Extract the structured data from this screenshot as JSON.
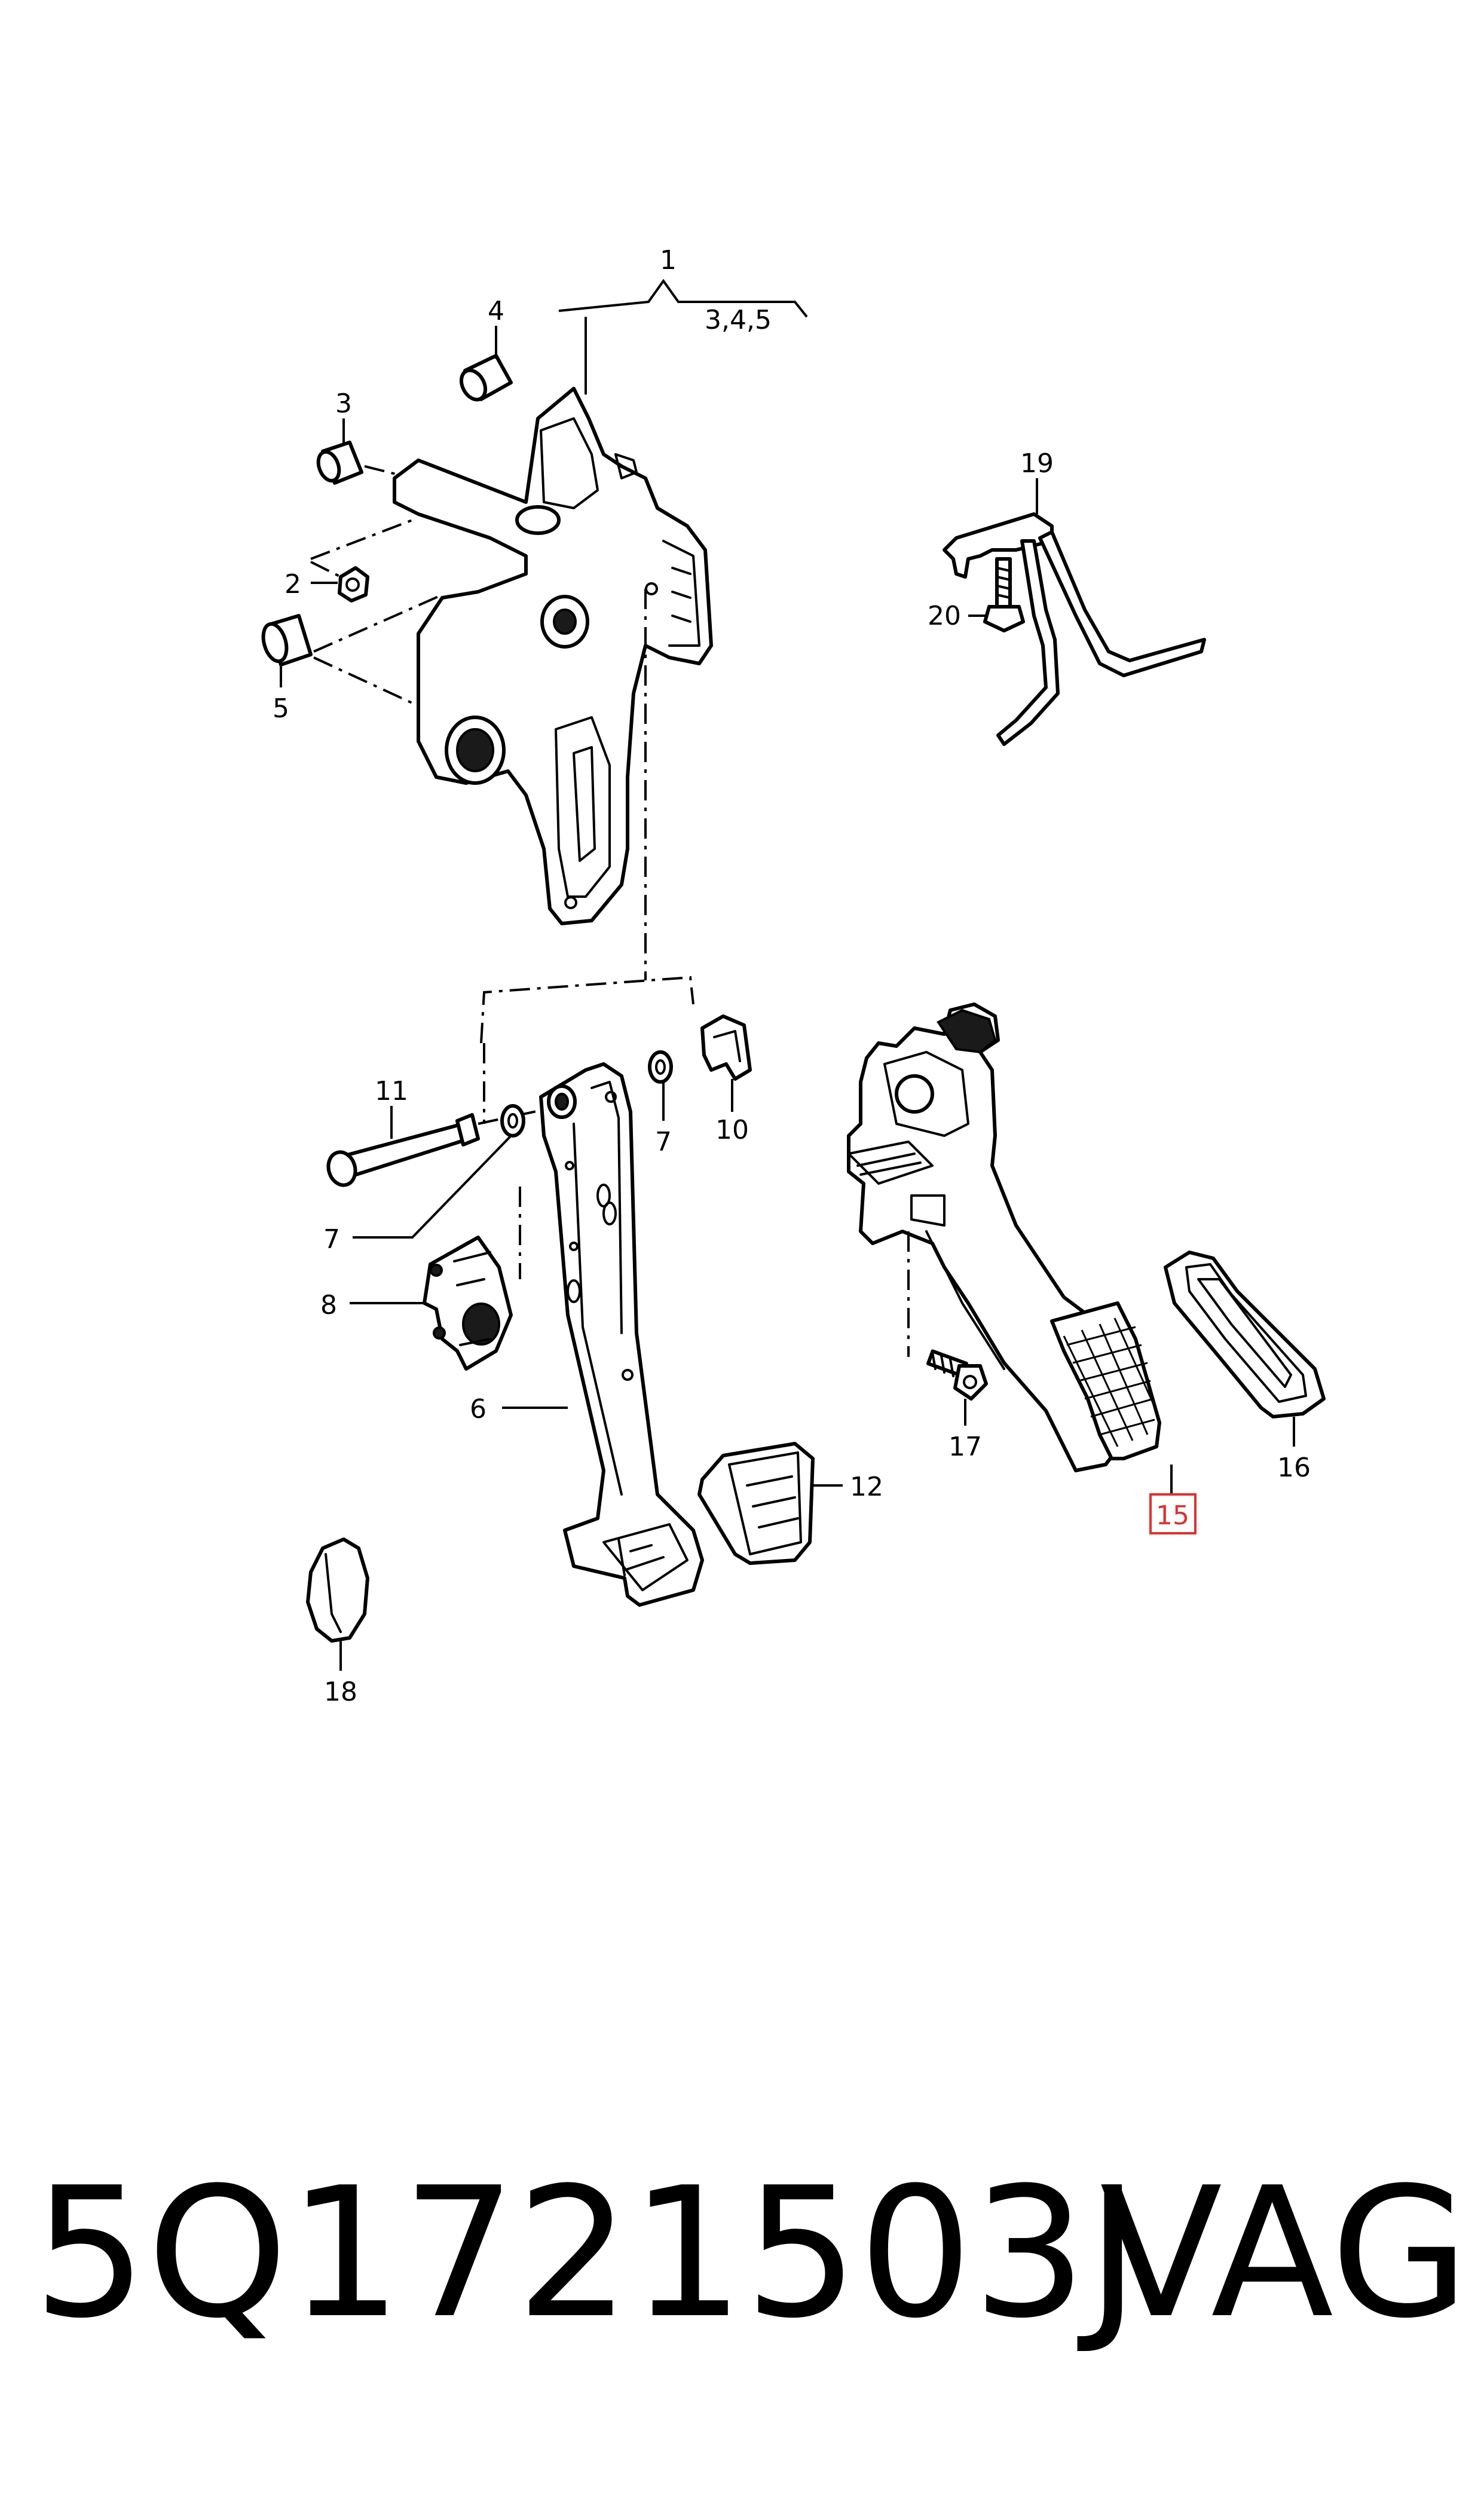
{
  "callouts": {
    "c1": "1",
    "c1_group": "3,4,5",
    "c2": "2",
    "c3": "3",
    "c4": "4",
    "c5": "5",
    "c6": "6",
    "c7a": "7",
    "c7b": "7",
    "c8": "8",
    "c10": "10",
    "c11": "11",
    "c12": "12",
    "c15": "15",
    "c16": "16",
    "c17": "17",
    "c18": "18",
    "c19": "19",
    "c20": "20"
  },
  "highlight_color": "#e0302e",
  "footer": {
    "part_number": "5Q1721503J",
    "brand": "VAG"
  }
}
